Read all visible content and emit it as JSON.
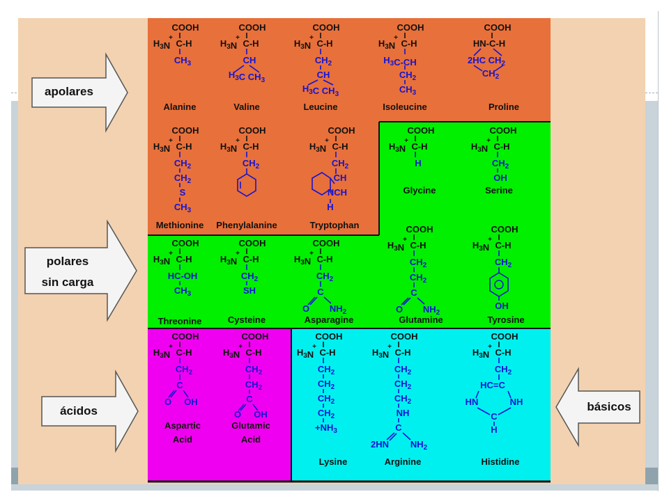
{
  "labels": {
    "apolar": "apolares",
    "polar_line1": "polares",
    "polar_line2": "sin carga",
    "acid": "ácidos",
    "basic": "básicos"
  },
  "colors": {
    "apolar": "#e8703a",
    "polar": "#00f000",
    "acid": "#f000f0",
    "basic": "#00f0f0",
    "background": "#f2d2b0",
    "side_chain": "#1414d2",
    "backbone": "#111111"
  },
  "amino_acids": {
    "alanine": {
      "name": "Alanine",
      "side": [
        "CH3"
      ]
    },
    "valine": {
      "name": "Valine",
      "side": [
        "CH",
        "H3C  CH3"
      ]
    },
    "leucine": {
      "name": "Leucine",
      "side": [
        "CH2",
        "CH",
        "H3C  CH3"
      ]
    },
    "isoleucine": {
      "name": "Isoleucine",
      "side": [
        "H3C-CH",
        "CH2",
        "CH3"
      ]
    },
    "proline": {
      "name": "Proline",
      "side": [
        "HN-C-H",
        "2HC   CH2",
        "CH2"
      ]
    },
    "methionine": {
      "name": "Methionine",
      "side": [
        "CH2",
        "CH2",
        "S",
        "CH3"
      ]
    },
    "phenylalanine": {
      "name": "Phenylalanine",
      "side": [
        "CH2"
      ]
    },
    "tryptophan": {
      "name": "Tryptophan",
      "side": [
        "CH2",
        "CH",
        "NCH",
        "H"
      ]
    },
    "glycine": {
      "name": "Glycine",
      "side": [
        "H"
      ]
    },
    "serine": {
      "name": "Serine",
      "side": [
        "CH2",
        "OH"
      ]
    },
    "threonine": {
      "name": "Threonine",
      "side": [
        "HC-OH",
        "CH3"
      ]
    },
    "cysteine": {
      "name": "Cysteine",
      "side": [
        "CH2",
        "SH"
      ]
    },
    "asparagine": {
      "name": "Asparagine",
      "side": [
        "CH2",
        "C",
        "O",
        "NH2"
      ]
    },
    "glutamine": {
      "name": "Glutamine",
      "side": [
        "CH2",
        "CH2",
        "C",
        "O",
        "NH2"
      ]
    },
    "tyrosine": {
      "name": "Tyrosine",
      "side": [
        "CH2",
        "OH"
      ]
    },
    "aspartic_acid": {
      "name_line1": "Aspartic",
      "name_line2": "Acid",
      "side": [
        "CH2",
        "C",
        "O",
        "OH"
      ]
    },
    "glutamic_acid": {
      "name_line1": "Glutamic",
      "name_line2": "Acid",
      "side": [
        "CH2",
        "CH2",
        "C",
        "O",
        "OH"
      ]
    },
    "lysine": {
      "name": "Lysine",
      "side": [
        "CH2",
        "CH2",
        "CH2",
        "CH2",
        "+NH3"
      ]
    },
    "arginine": {
      "name": "Arginine",
      "side": [
        "CH2",
        "CH2",
        "CH2",
        "NH",
        "C",
        "2HN",
        "NH2"
      ]
    },
    "histidine": {
      "name": "Histidine",
      "side": [
        "CH2",
        "HC=C",
        "HN",
        "NH",
        "C",
        "H"
      ]
    }
  },
  "backbone": {
    "top": "COOH",
    "amine": "H3N",
    "plus": "+",
    "carbon": "C-H"
  },
  "icons": [
    "right-arrow-icon",
    "left-arrow-icon",
    "benzene-ring-icon",
    "indole-ring-icon",
    "phenol-ring-icon"
  ]
}
